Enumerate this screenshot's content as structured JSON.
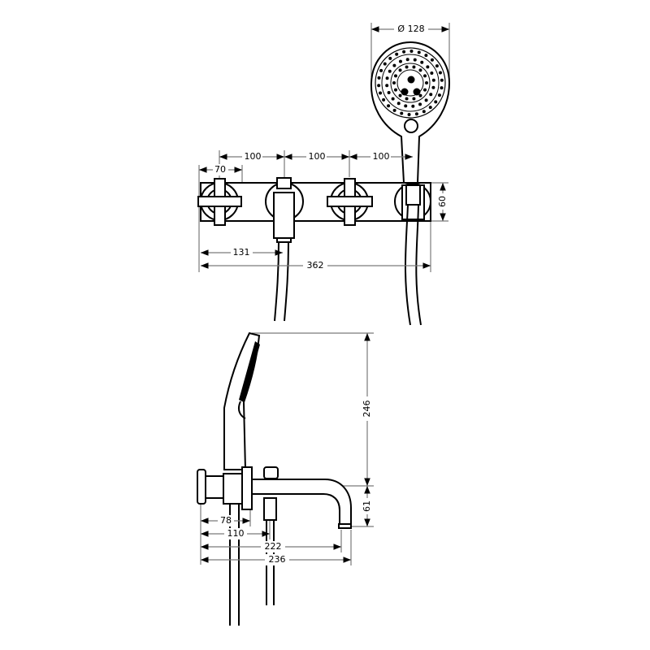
{
  "drawing": {
    "front_view": {
      "dimensions": {
        "spacing_1": "100",
        "spacing_2": "100",
        "spacing_3": "100",
        "handle_width": "70",
        "plate_height": "60",
        "diverter_offset": "131",
        "overall_width": "362",
        "head_diameter": "Ø 128"
      }
    },
    "side_view": {
      "dimensions": {
        "shower_height": "246",
        "spout_height": "61",
        "handle_depth": "78",
        "diverter_depth": "110",
        "spout_outlet": "222",
        "spout_projection": "236"
      }
    }
  }
}
